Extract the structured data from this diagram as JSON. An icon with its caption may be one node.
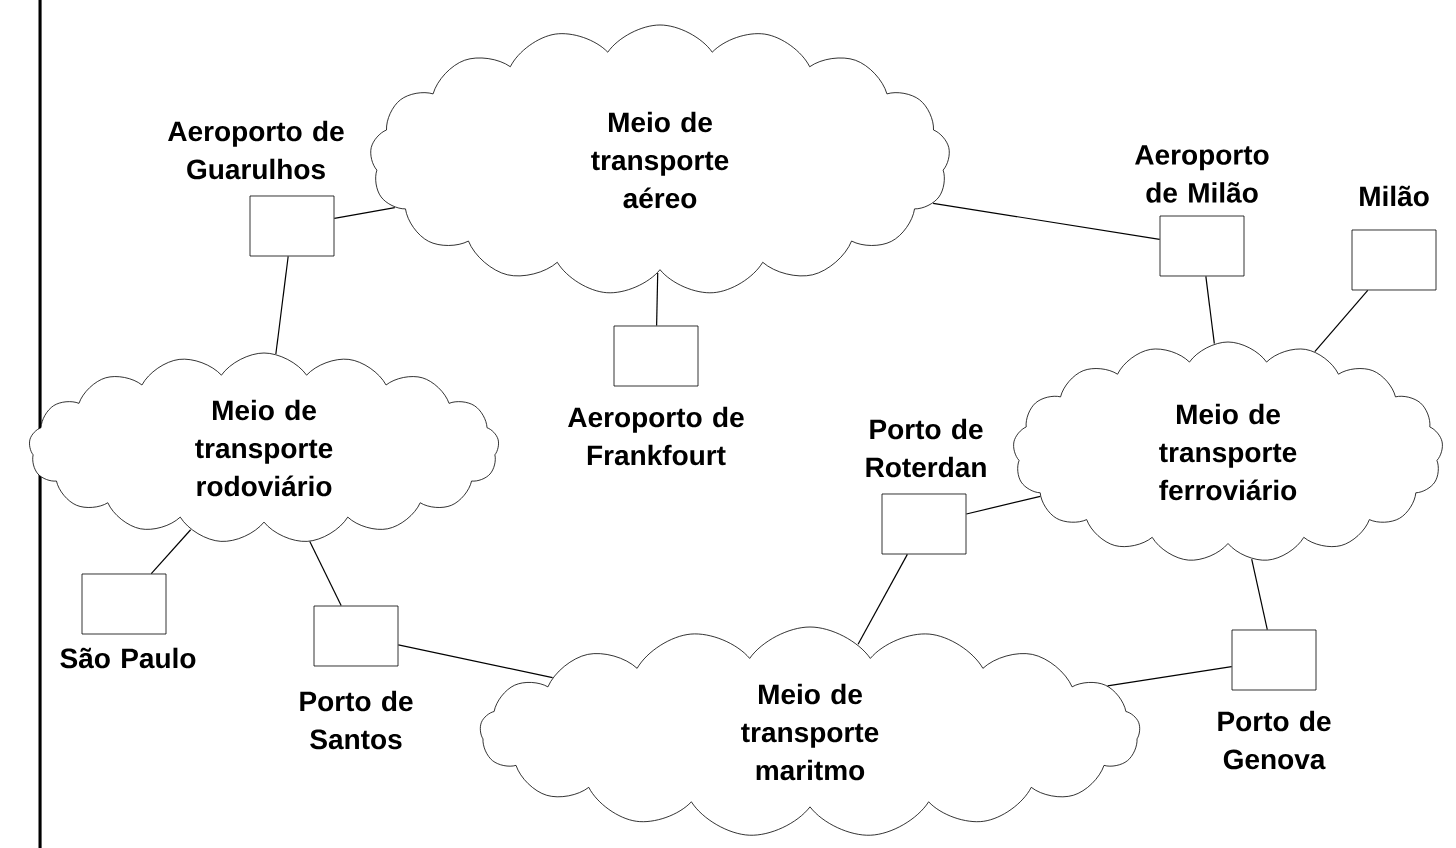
{
  "diagram": {
    "nodes": [
      {
        "text": [
          "Meio de transporte aéreo"
        ]
      },
      {
        "text": [],
        "shape": "box",
        "beside": [
          "Aeroporto de Guarulhos"
        ]
      },
      {
        "text": [],
        "shape": "box",
        "beside": [
          "Aeroporto de Milão"
        ]
      },
      {
        "text": [],
        "shape": "box",
        "beside": [
          "Milão"
        ]
      },
      {
        "text": [],
        "shape": "box",
        "beside": [
          "Aeroporto de Frankfourt"
        ]
      },
      {
        "text": [
          "Meio de transporte rodoviário"
        ]
      },
      {
        "text": [
          "Meio de transporte ferroviário"
        ]
      },
      {
        "text": [],
        "shape": "box",
        "beside": [
          "Porto de Roterdan"
        ]
      },
      {
        "text": [],
        "shape": "box",
        "beside": [
          "São Paulo"
        ]
      },
      {
        "text": [],
        "shape": "box",
        "beside": [
          "Porto de Santos"
        ]
      },
      {
        "text": [],
        "shape": "box",
        "beside": [
          "Porto de Genova"
        ]
      },
      {
        "text": [
          "Meio de transporte maritmo"
        ]
      }
    ],
    "edges": [
      {
        "from": 1,
        "to": 0,
        "arrow": "none"
      },
      {
        "from": 1,
        "to": 5,
        "arrow": "none"
      },
      {
        "from": 0,
        "to": 4,
        "arrow": "none"
      },
      {
        "from": 0,
        "to": 2,
        "arrow": "none"
      },
      {
        "from": 2,
        "to": 6,
        "arrow": "none"
      },
      {
        "from": 3,
        "to": 6,
        "arrow": "none"
      },
      {
        "from": 7,
        "to": 6,
        "arrow": "none"
      },
      {
        "from": 7,
        "to": 11,
        "arrow": "none"
      },
      {
        "from": 5,
        "to": 8,
        "arrow": "none"
      },
      {
        "from": 5,
        "to": 9,
        "arrow": "none"
      },
      {
        "from": 9,
        "to": 11,
        "arrow": "none"
      },
      {
        "from": 11,
        "to": 10,
        "arrow": "none"
      },
      {
        "from": 10,
        "to": 6,
        "arrow": "none"
      }
    ]
  }
}
